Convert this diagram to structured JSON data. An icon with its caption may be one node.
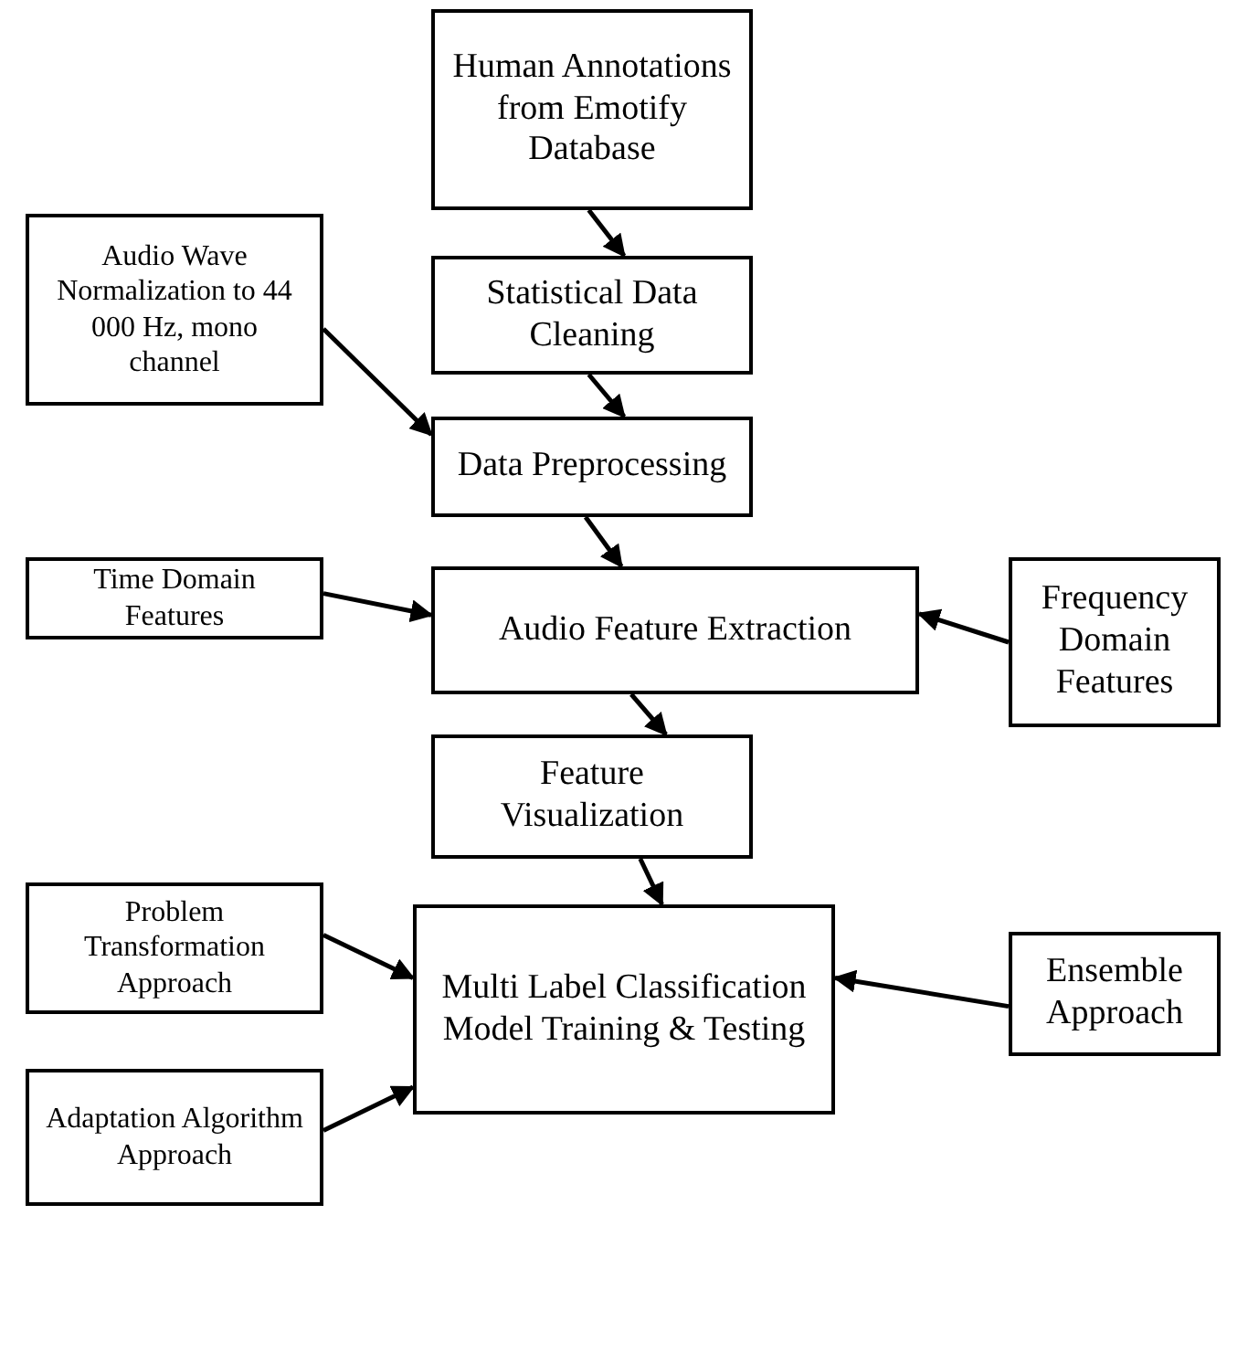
{
  "diagram": {
    "nodes": [
      {
        "text": [
          "Human Annotations from Emotify Database"
        ]
      },
      {
        "text": [
          "Statistical Data Cleaning"
        ]
      },
      {
        "text": [
          "Audio Wave Normalization to 44 000 Hz, mono channel"
        ]
      },
      {
        "text": [
          "Data Preprocessing"
        ]
      },
      {
        "text": [
          "Time Domain Features"
        ]
      },
      {
        "text": [
          "Audio Feature Extraction"
        ]
      },
      {
        "text": [
          "Frequency Domain Features"
        ]
      },
      {
        "text": [
          "Feature Visualization"
        ]
      },
      {
        "text": [
          "Problem Transformation Approach"
        ]
      },
      {
        "text": [
          "Multi Label Classification Model Training & Testing"
        ]
      },
      {
        "text": [
          "Ensemble Approach"
        ]
      },
      {
        "text": [
          "Adaptation Algorithm Approach"
        ]
      }
    ],
    "edges": [
      {
        "from": 0,
        "to": 1,
        "arrow": "to"
      },
      {
        "from": 1,
        "to": 3,
        "arrow": "to"
      },
      {
        "from": 2,
        "to": 3,
        "arrow": "to"
      },
      {
        "from": 3,
        "to": 5,
        "arrow": "to"
      },
      {
        "from": 4,
        "to": 5,
        "arrow": "to"
      },
      {
        "from": 6,
        "to": 5,
        "arrow": "to"
      },
      {
        "from": 5,
        "to": 7,
        "arrow": "to"
      },
      {
        "from": 7,
        "to": 9,
        "arrow": "to"
      },
      {
        "from": 8,
        "to": 9,
        "arrow": "to"
      },
      {
        "from": 11,
        "to": 9,
        "arrow": "to"
      },
      {
        "from": 10,
        "to": 9,
        "arrow": "to"
      }
    ]
  }
}
